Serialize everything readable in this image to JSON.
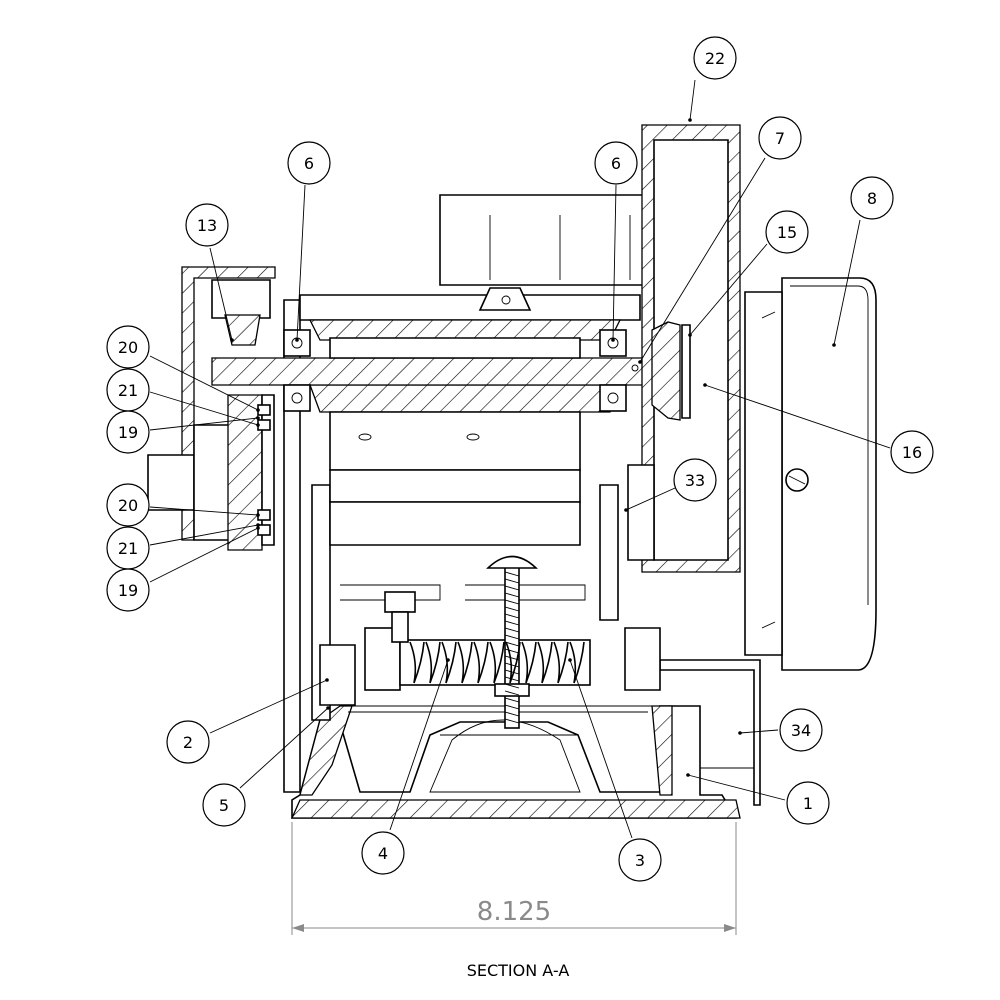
{
  "drawing": {
    "section_label": "SECTION A-A",
    "overall_dimension": "8.125"
  },
  "balloons": [
    {
      "id": "b22",
      "label": "22"
    },
    {
      "id": "b7",
      "label": "7"
    },
    {
      "id": "b8",
      "label": "8"
    },
    {
      "id": "b6a",
      "label": "6"
    },
    {
      "id": "b6b",
      "label": "6"
    },
    {
      "id": "b13",
      "label": "13"
    },
    {
      "id": "b15",
      "label": "15"
    },
    {
      "id": "b20a",
      "label": "20"
    },
    {
      "id": "b21a",
      "label": "21"
    },
    {
      "id": "b19a",
      "label": "19"
    },
    {
      "id": "b16",
      "label": "16"
    },
    {
      "id": "b33",
      "label": "33"
    },
    {
      "id": "b20b",
      "label": "20"
    },
    {
      "id": "b21b",
      "label": "21"
    },
    {
      "id": "b19b",
      "label": "19"
    },
    {
      "id": "b2",
      "label": "2"
    },
    {
      "id": "b34",
      "label": "34"
    },
    {
      "id": "b5",
      "label": "5"
    },
    {
      "id": "b1",
      "label": "1"
    },
    {
      "id": "b4",
      "label": "4"
    },
    {
      "id": "b3",
      "label": "3"
    }
  ]
}
